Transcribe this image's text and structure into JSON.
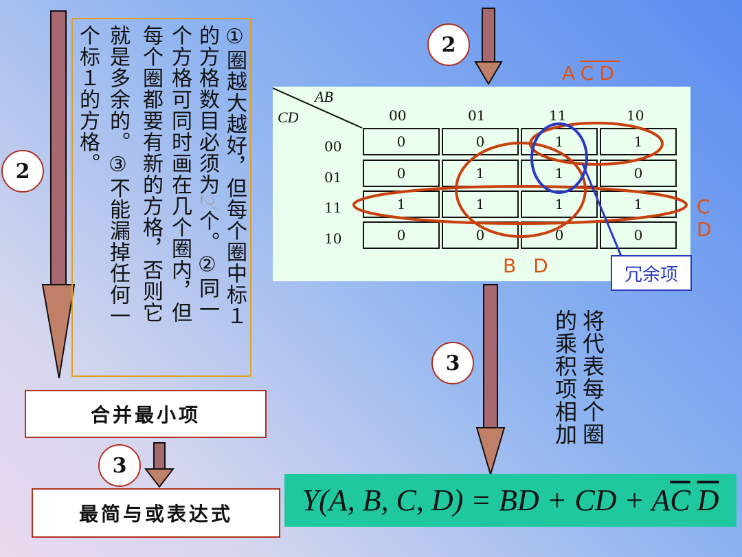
{
  "steps": {
    "left_top": "2",
    "left_mid": "3",
    "right_top": "2",
    "right_mid": "3"
  },
  "rules": {
    "col1": "①圈越大越好，但每个圈中标１",
    "col2_a": "的方格数目必须为",
    "col2_pow_base": "2",
    "col2_pow_exp": "i",
    "col2_b": "个。②同一",
    "col3": "个方格可同时画在几个圈内，但",
    "col4": "每个圈都要有新的方格，否则它",
    "col5": "就是多余的。③不能漏掉任何一",
    "col6": "个标１的方格。"
  },
  "left_flow": {
    "merge_label": "合并最小项",
    "result_label": "最简与或表达式"
  },
  "kmap": {
    "corner_ab": "AB",
    "corner_cd": "CD",
    "col_headers": [
      "00",
      "01",
      "11",
      "10"
    ],
    "row_headers": [
      "00",
      "01",
      "11",
      "10"
    ],
    "cells": [
      [
        "0",
        "0",
        "1",
        "1"
      ],
      [
        "0",
        "1",
        "1",
        "0"
      ],
      [
        "1",
        "1",
        "1",
        "1"
      ],
      [
        "0",
        "0",
        "0",
        "0"
      ]
    ],
    "term_acd_a": "A",
    "term_acd_c": "C",
    "term_acd_d": "D",
    "term_cd": "C D",
    "term_bd": "B D",
    "redundant_label": "冗余项",
    "colors": {
      "group": "#c8400e",
      "redundant": "#2a3ac0",
      "panel": "#eaffee"
    }
  },
  "right_flow": {
    "instruction_col1": "将代表每个圈",
    "instruction_col2": "的乘积项相加"
  },
  "formula": {
    "lhs": "Y(A, B, C, D) = BD + CD + A",
    "c_bar": "C",
    "d_bar": "D"
  }
}
